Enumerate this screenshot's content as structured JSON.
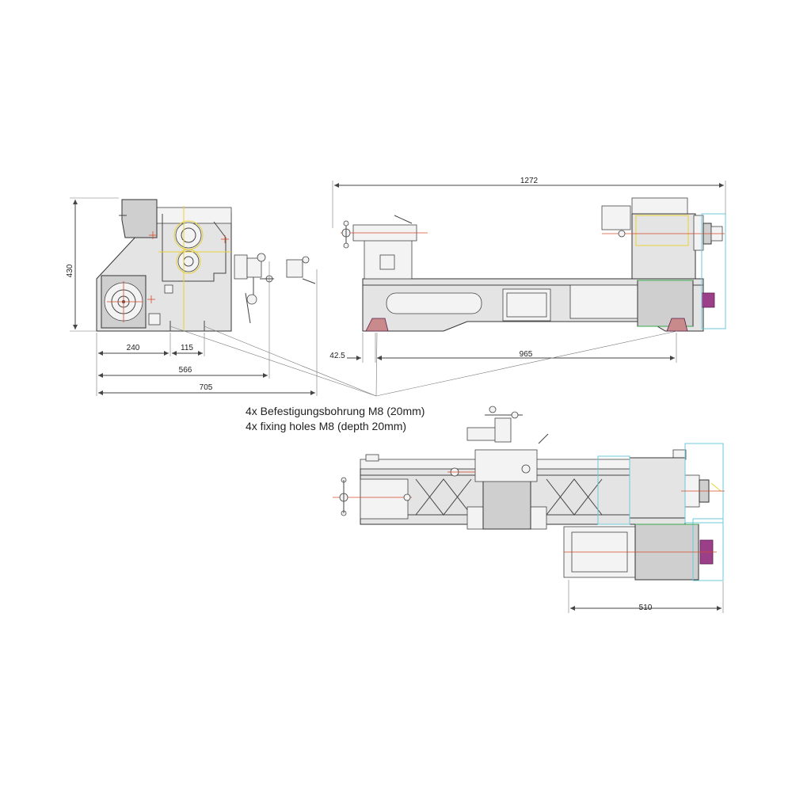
{
  "dimensions": {
    "side_height": "430",
    "side_240": "240",
    "side_115": "115",
    "side_566": "566",
    "side_705": "705",
    "front_length": "1272",
    "front_offset": "42.5",
    "front_holes": "965",
    "top_width": "510"
  },
  "note": {
    "line1": "4x Befestigungsbohrung M8 (20mm)",
    "line2": "4x fixing holes M8 (depth 20mm)"
  },
  "colors": {
    "line": "#444444",
    "accent_yellow": "#e8d23a",
    "accent_red": "#d64b2a",
    "accent_cyan": "#6fc8d8",
    "accent_green": "#3aa84b",
    "accent_magenta": "#9b3f88"
  }
}
